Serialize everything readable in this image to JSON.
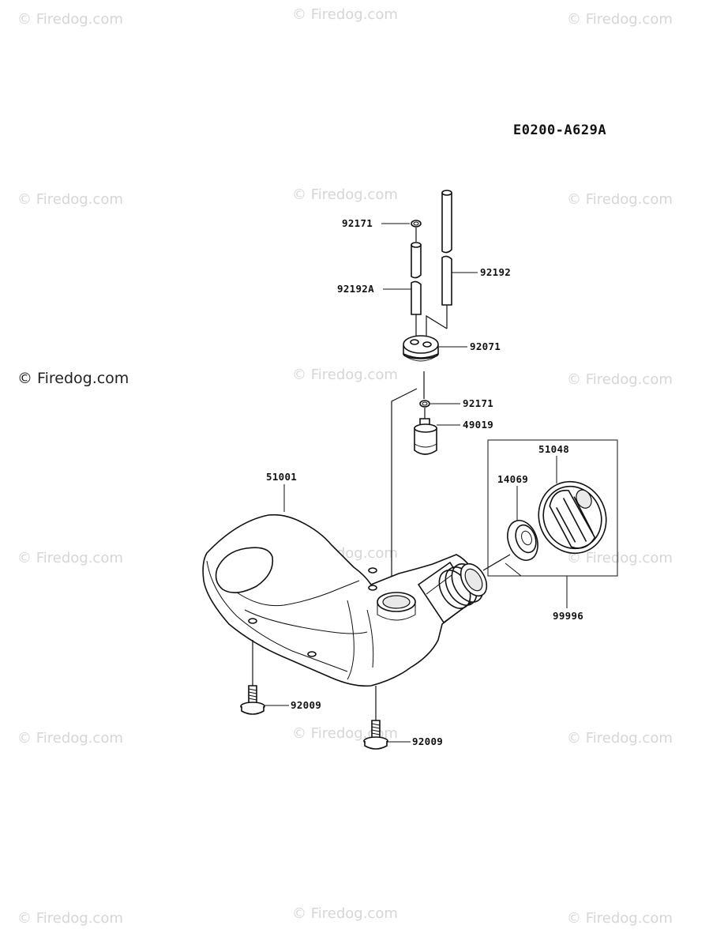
{
  "watermark": {
    "text": "© Firedog.com"
  },
  "diagram": {
    "code": "E0200-A629A",
    "parts": {
      "p92171_top": "92171",
      "p92192A": "92192A",
      "p92192": "92192",
      "p92071": "92071",
      "p92171_mid": "92171",
      "p49019": "49019",
      "p51048": "51048",
      "p14069": "14069",
      "p51001": "51001",
      "p99996": "99996",
      "p92009_left": "92009",
      "p92009_bottom": "92009"
    }
  }
}
